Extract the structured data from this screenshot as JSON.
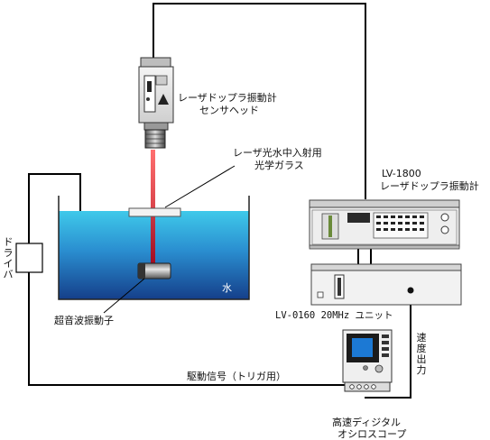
{
  "labels": {
    "sensor_head": [
      "レーザドップラ振動計",
      "センサヘッド"
    ],
    "glass": [
      "レーザ光水中入射用",
      "光学ガラス"
    ],
    "lv1800": [
      "LV-1800",
      "レーザドップラ振動計"
    ],
    "water": "水",
    "unit": "LV-0160 20MHz ユニット",
    "transducer": "超音波振動子",
    "driver": "ドライバ",
    "velocity_output": "速度出力",
    "drive_signal": "駆動信号（トリガ用）",
    "oscilloscope": [
      "高速ディジタル",
      "オシロスコープ"
    ]
  },
  "colors": {
    "water_top": "#3fc9ea",
    "water_bottom": "#153f8a",
    "laser": "#e0202a",
    "wire": "#000000"
  }
}
